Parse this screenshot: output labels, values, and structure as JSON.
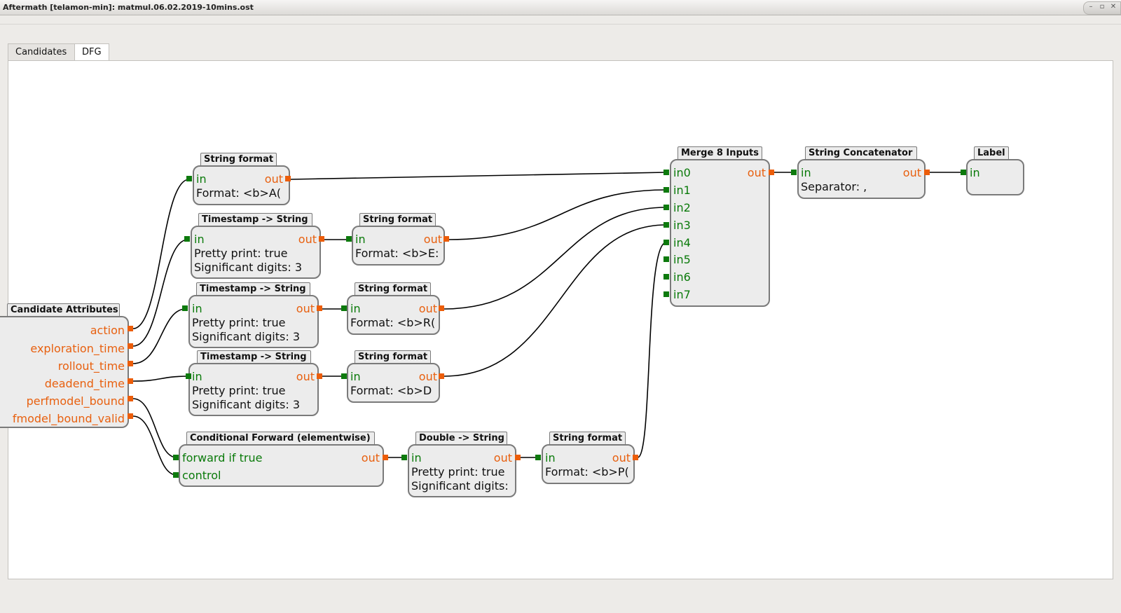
{
  "window": {
    "title": "Aftermath [telamon-min]: matmul.06.02.2019-10mins.ost",
    "controls": [
      "–",
      "▫",
      "✕"
    ]
  },
  "tabs": [
    {
      "label": "Candidates",
      "active": false
    },
    {
      "label": "DFG",
      "active": true
    }
  ],
  "colors": {
    "input_port": "#0d7a0d",
    "output_port": "#ec5d0a",
    "wire": "#000000"
  },
  "nodes": {
    "candidate_attributes": {
      "title": "Candidate Attributes",
      "outputs": [
        "action",
        "exploration_time",
        "rollout_time",
        "deadend_time",
        "perfmodel_bound",
        "fmodel_bound_valid"
      ]
    },
    "string_format_1": {
      "title": "String format",
      "in": "in",
      "out": "out",
      "prop": "Format: <b>A("
    },
    "ts_string_1": {
      "title": "Timestamp -> String",
      "in": "in",
      "out": "out",
      "props": [
        "Pretty print: true",
        "Significant digits: 3"
      ]
    },
    "string_format_2": {
      "title": "String format",
      "in": "in",
      "out": "out",
      "prop": "Format: <b>E:"
    },
    "ts_string_2": {
      "title": "Timestamp -> String",
      "in": "in",
      "out": "out",
      "props": [
        "Pretty print: true",
        "Significant digits: 3"
      ]
    },
    "string_format_3": {
      "title": "String format",
      "in": "in",
      "out": "out",
      "prop": "Format: <b>R("
    },
    "ts_string_3": {
      "title": "Timestamp -> String",
      "in": "in",
      "out": "out",
      "props": [
        "Pretty print: true",
        "Significant digits: 3"
      ]
    },
    "string_format_4": {
      "title": "String format",
      "in": "in",
      "out": "out",
      "prop": "Format: <b>D"
    },
    "cond_forward": {
      "title": "Conditional Forward (elementwise)",
      "inputs": [
        "forward if true",
        "control"
      ],
      "out": "out"
    },
    "double_string": {
      "title": "Double -> String",
      "in": "in",
      "out": "out",
      "props": [
        "Pretty print: true",
        "Significant digits:"
      ]
    },
    "string_format_5": {
      "title": "String format",
      "in": "in",
      "out": "out",
      "prop": "Format: <b>P("
    },
    "merge": {
      "title": "Merge 8 Inputs",
      "inputs": [
        "in0",
        "in1",
        "in2",
        "in3",
        "in4",
        "in5",
        "in6",
        "in7"
      ],
      "out": "out"
    },
    "concat": {
      "title": "String Concatenator",
      "in": "in",
      "out": "out",
      "prop": "Separator: ,"
    },
    "label": {
      "title": "Label",
      "in": "in"
    }
  }
}
